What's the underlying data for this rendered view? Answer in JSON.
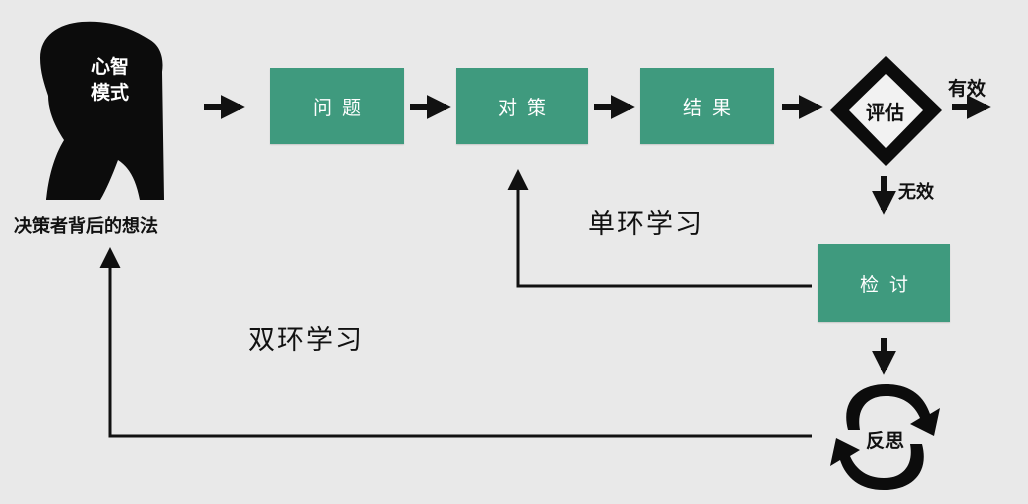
{
  "figure": {
    "mental_model": {
      "line1": "心智",
      "line2": "模式"
    },
    "caption": "决策者背后的想法",
    "steps": [
      "问题",
      "对策",
      "结果"
    ],
    "evaluate": "评估",
    "effective": "有效",
    "ineffective": "无效",
    "review": "检讨",
    "reflect": "反思",
    "single_loop": "单环学习",
    "double_loop": "双环学习"
  },
  "colors": {
    "background": "#e9e9e9",
    "box_fill": "#3f9a7e",
    "ink": "#111111"
  }
}
